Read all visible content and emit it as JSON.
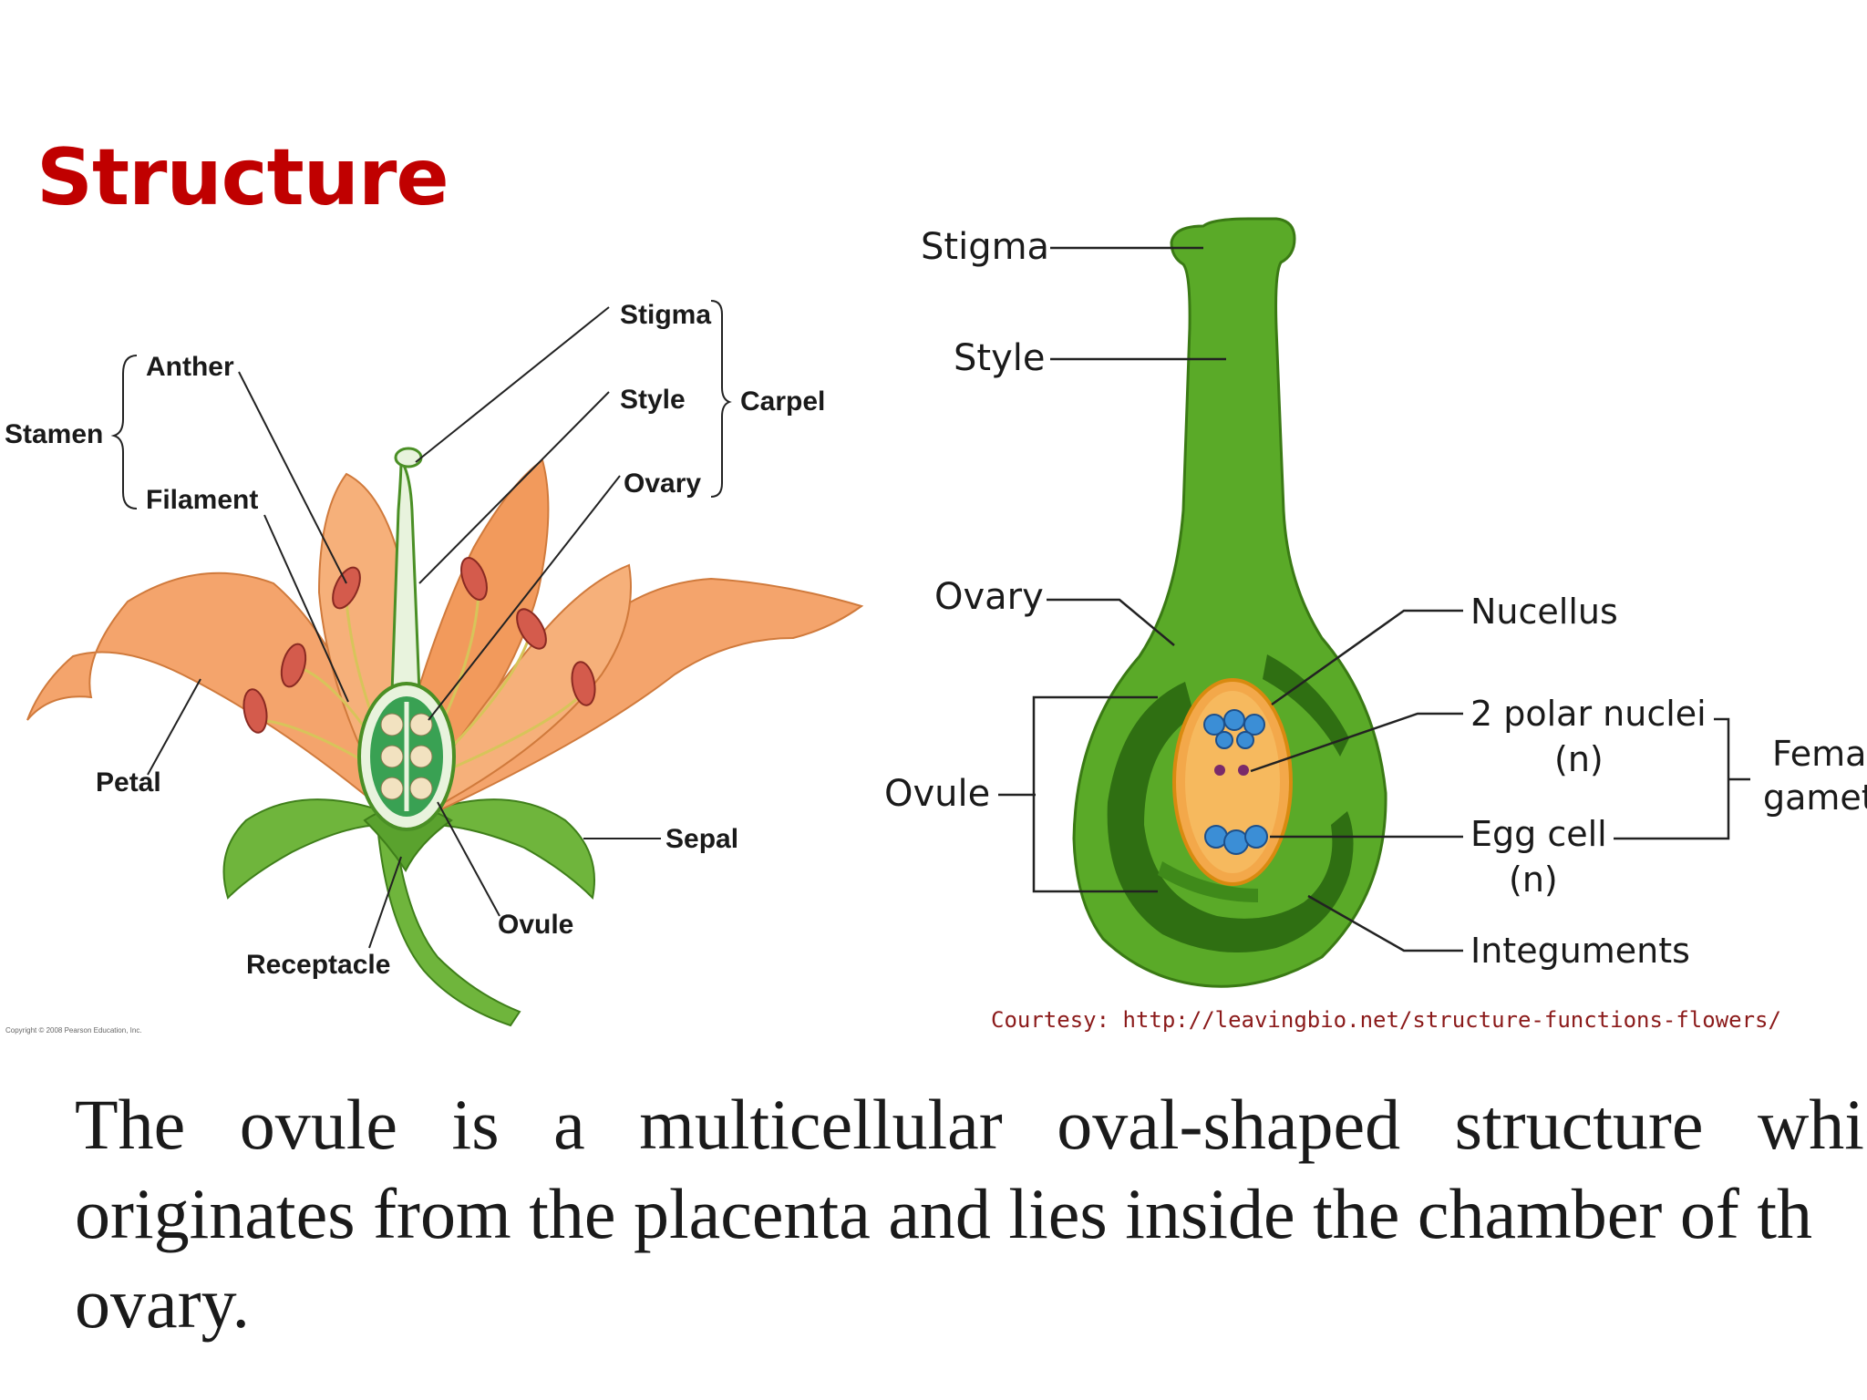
{
  "title": "Structure",
  "flower": {
    "labels": {
      "stamen": "Stamen",
      "anther": "Anther",
      "filament": "Filament",
      "stigma": "Stigma",
      "style": "Style",
      "ovary": "Ovary",
      "carpel": "Carpel",
      "petal": "Petal",
      "sepal": "Sepal",
      "ovule": "Ovule",
      "receptacle": "Receptacle"
    },
    "copyright": "Copyright © 2008 Pearson Education, Inc."
  },
  "pistil": {
    "labels": {
      "stigma": "Stigma",
      "style": "Style",
      "ovary": "Ovary",
      "ovule": "Ovule",
      "nucellus": "Nucellus",
      "polar_nuclei": "2 polar nuclei",
      "polar_n": "(n)",
      "egg_cell": "Egg cell",
      "egg_n": "(n)",
      "integuments": "Integuments",
      "female_gamete_1": "Femal",
      "female_gamete_2": "gamet"
    }
  },
  "courtesy": "Courtesy: http://leavingbio.net/structure-functions-flowers/",
  "body_text": {
    "line1": "The ovule is a multicellular oval-shaped structure whic",
    "line2": "originates from the placenta and lies inside the chamber of th",
    "line3": "ovary."
  },
  "colors": {
    "title": "#c00000",
    "petal": "#f4a46c",
    "pistil_green": "#5aaa28",
    "dark_green": "#2f6f12",
    "courtesy": "#8b1a1a"
  }
}
